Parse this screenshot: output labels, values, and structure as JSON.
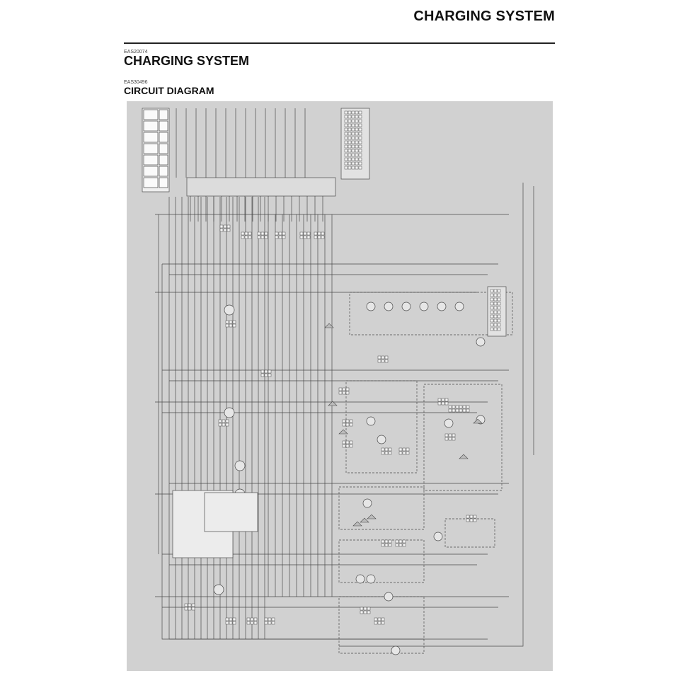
{
  "header": {
    "running_title": "CHARGING SYSTEM"
  },
  "section": {
    "code": "EAS20074",
    "title": "CHARGING SYSTEM",
    "sub_code": "EAS30496",
    "sub_title": "CIRCUIT DIAGRAM"
  },
  "diagram": {
    "background": "#d1d1d1",
    "wire_color": "#4a4a4a",
    "panel_color": "#efefef"
  }
}
